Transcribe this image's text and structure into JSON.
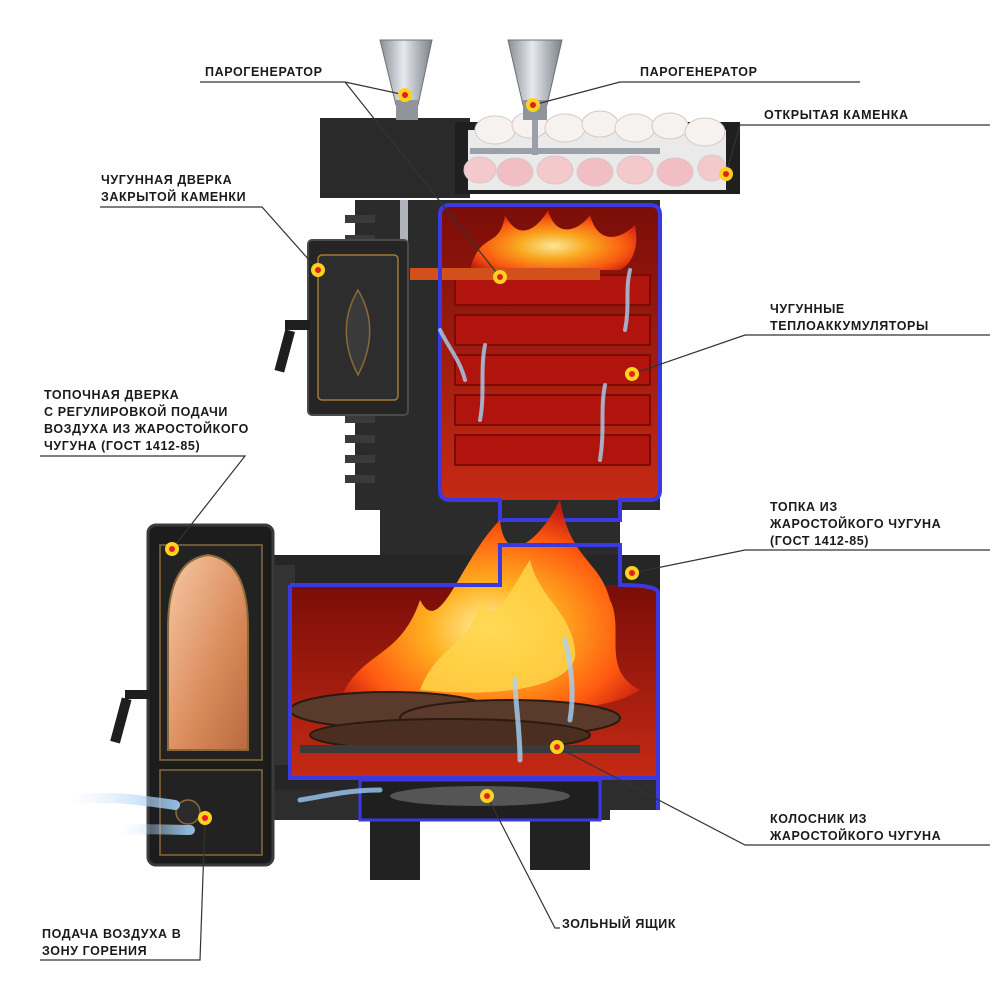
{
  "labels": {
    "steam_left": "ПАРОГЕНЕРАТОР",
    "steam_right": "ПАРОГЕНЕРАТОР",
    "open_stones": "ОТКРЫТАЯ КАМЕНКА",
    "closed_door": [
      "ЧУГУННАЯ ДВЕРКА",
      "ЗАКРЫТОЙ КАМЕНКИ"
    ],
    "accumulators": [
      "ЧУГУННЫЕ",
      "ТЕПЛОАККУМУЛЯТОРЫ"
    ],
    "fire_door": [
      "ТОПОЧНАЯ ДВЕРКА",
      "С РЕГУЛИРОВКОЙ ПОДАЧИ",
      "ВОЗДУХА ИЗ ЖАРОСТОЙКОГО",
      "ЧУГУНА (ГОСТ 1412-85)"
    ],
    "firebox": [
      "ТОПКА ИЗ",
      "ЖАРОСТОЙКОГО ЧУГУНА",
      "(ГОСТ 1412-85)"
    ],
    "grate": [
      "КОЛОСНИК ИЗ",
      "ЖАРОСТОЙКОГО ЧУГУНА"
    ],
    "ash_box": "ЗОЛЬНЫЙ ЯЩИК",
    "air_supply": [
      "ПОДАЧА ВОЗДУХА В",
      "ЗОНУ ГОРЕНИЯ"
    ]
  },
  "colors": {
    "casing": "#2b2b2b",
    "contour": "#3a3ae0",
    "interior": "#c41a12",
    "marker": "#ffd21f",
    "marker_core": "#e02020",
    "leader": "#333333"
  }
}
